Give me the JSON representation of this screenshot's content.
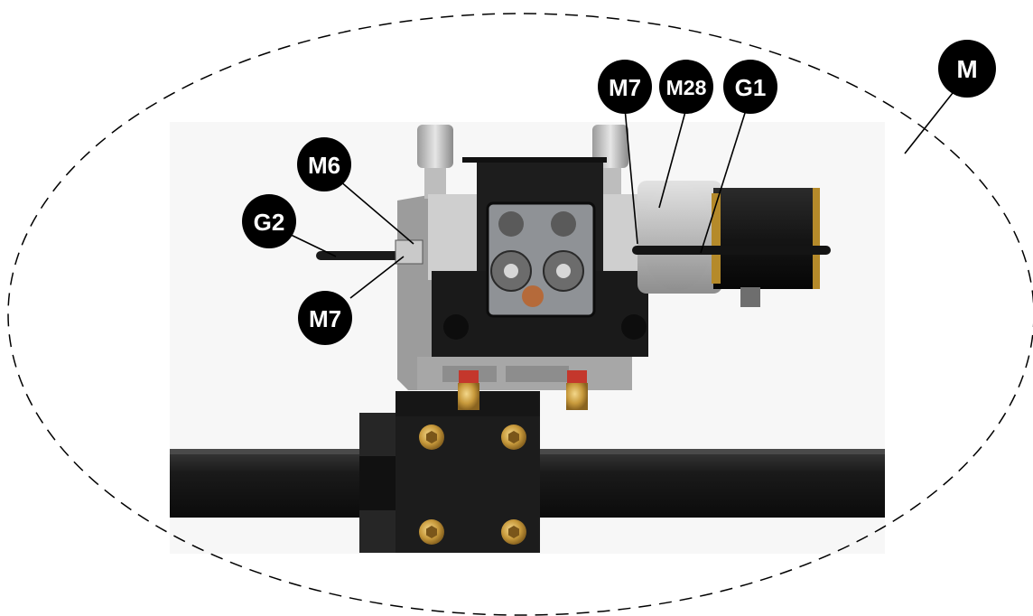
{
  "callouts": {
    "m": "M",
    "m7_top": "M7",
    "m28": "M28",
    "g1": "G1",
    "m6": "M6",
    "g2": "G2",
    "m7_bottom": "M7"
  },
  "colors": {
    "callout_fill": "#000000",
    "callout_text": "#ffffff",
    "dashed_outline": "#000000",
    "background_panel": "#f7f7f7",
    "rail": "#151515",
    "bracket": "#1c1c1c",
    "motor_body": "#1e1e1e",
    "motor_ring": "#b58a2a",
    "gearbox": "#bdbdbd",
    "brass_bolt": "#c89a3c"
  }
}
